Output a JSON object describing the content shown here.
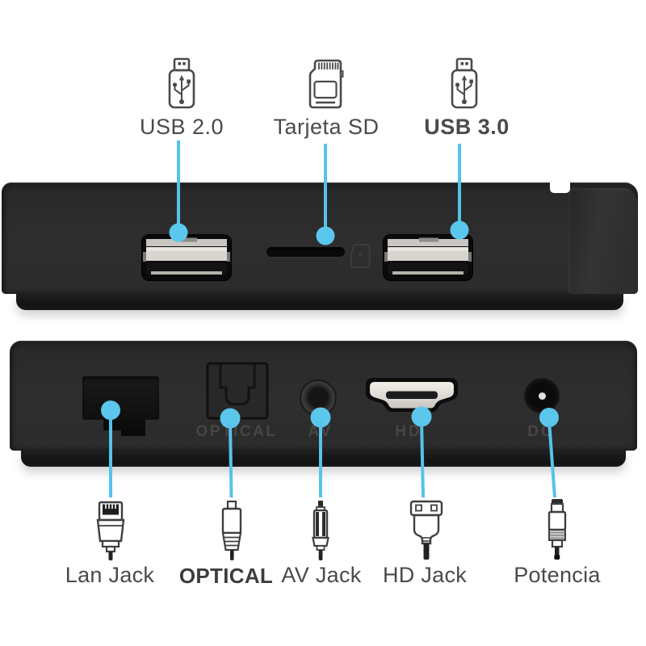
{
  "background": "#ffffff",
  "colors": {
    "background": "#ffffff",
    "callout": "#55c3ea",
    "callout_dot": "#5cc7ed",
    "label_text": "#4a4a4a",
    "label_text_bold": "#3d3d3d",
    "device_face": "#2b2b2b",
    "device_bevel": "#161616",
    "port_silver": "#d8d5d0",
    "engraving": "#464646"
  },
  "top_annotations": [
    {
      "label": "USB 2.0",
      "icon": "usb-plug-icon"
    },
    {
      "label": "Tarjeta SD",
      "icon": "sd-card-icon"
    },
    {
      "label": "USB 3.0",
      "icon": "usb-plug-icon"
    }
  ],
  "bottom_annotations": [
    {
      "label": "Lan Jack",
      "icon": "lan-plug-icon"
    },
    {
      "label": "OPTICAL",
      "icon": "optical-plug-icon"
    },
    {
      "label": "AV Jack",
      "icon": "rca-plug-icon"
    },
    {
      "label": "HD Jack",
      "icon": "hdmi-plug-icon"
    },
    {
      "label": "Potencia",
      "icon": "dc-plug-icon"
    }
  ],
  "device_engravings": {
    "optical": "OPTICAL",
    "av": "AV",
    "hd": "HD",
    "dc": "DC"
  }
}
